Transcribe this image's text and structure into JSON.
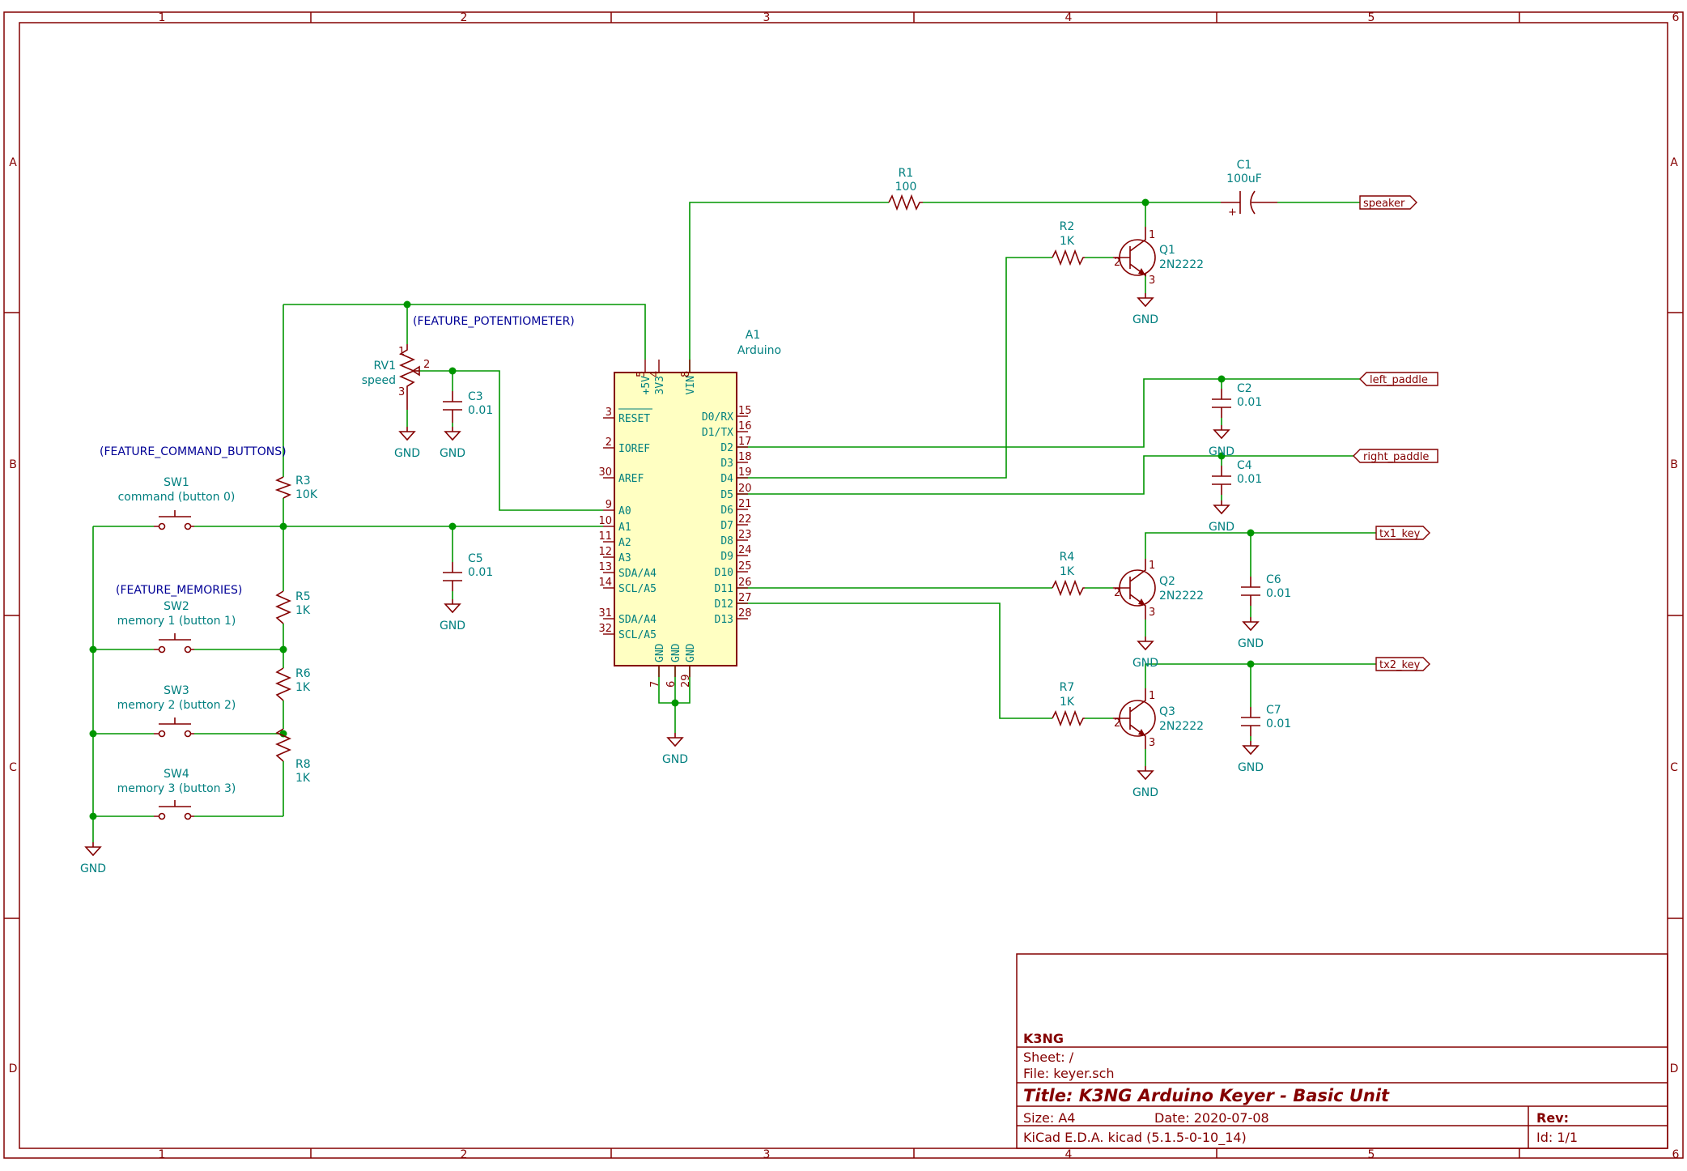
{
  "border": {
    "columns": [
      "1",
      "2",
      "3",
      "4",
      "5",
      "6"
    ],
    "rows": [
      "A",
      "B",
      "C",
      "D"
    ]
  },
  "notes": {
    "potentiometer": "(FEATURE_POTENTIOMETER)",
    "command_buttons": "(FEATURE_COMMAND_BUTTONS)",
    "memories": "(FEATURE_MEMORIES)"
  },
  "components": {
    "R1": {
      "ref": "R1",
      "value": "100"
    },
    "C1": {
      "ref": "C1",
      "value": "100uF"
    },
    "R2": {
      "ref": "R2",
      "value": "1K"
    },
    "Q1": {
      "ref": "Q1",
      "value": "2N2222"
    },
    "A1": {
      "ref": "A1",
      "value": "Arduino"
    },
    "RV1": {
      "ref": "RV1",
      "value": "speed"
    },
    "C3": {
      "ref": "C3",
      "value": "0.01"
    },
    "C2": {
      "ref": "C2",
      "value": "0.01"
    },
    "C4": {
      "ref": "C4",
      "value": "0.01"
    },
    "C5": {
      "ref": "C5",
      "value": "0.01"
    },
    "R3": {
      "ref": "R3",
      "value": "10K"
    },
    "SW1": {
      "ref": "SW1",
      "value": "command (button 0)"
    },
    "SW2": {
      "ref": "SW2",
      "value": "memory 1 (button 1)"
    },
    "SW3": {
      "ref": "SW3",
      "value": "memory 2 (button 2)"
    },
    "SW4": {
      "ref": "SW4",
      "value": "memory 3 (button 3)"
    },
    "R5": {
      "ref": "R5",
      "value": "1K"
    },
    "R6": {
      "ref": "R6",
      "value": "1K"
    },
    "R8": {
      "ref": "R8",
      "value": "1K"
    },
    "R4": {
      "ref": "R4",
      "value": "1K"
    },
    "Q2": {
      "ref": "Q2",
      "value": "2N2222"
    },
    "C6": {
      "ref": "C6",
      "value": "0.01"
    },
    "R7": {
      "ref": "R7",
      "value": "1K"
    },
    "Q3": {
      "ref": "Q3",
      "value": "2N2222"
    },
    "C7": {
      "ref": "C7",
      "value": "0.01"
    }
  },
  "gnd_label": "GND",
  "transistor_pins": {
    "c": "1",
    "b": "2",
    "e": "3"
  },
  "cap_plus": "+",
  "pot_pins": {
    "p1": "1",
    "p2": "2",
    "p3": "3"
  },
  "labels": {
    "speaker": "speaker",
    "left_paddle": "left_paddle",
    "right_paddle": "right_paddle",
    "tx1_key": "tx1_key",
    "tx2_key": "tx2_key"
  },
  "arduino": {
    "top_pins": [
      {
        "name": "+5V",
        "num": "5"
      },
      {
        "name": "3V3",
        "num": "4"
      },
      {
        "name": "VIN",
        "num": "8"
      }
    ],
    "left_pins": [
      {
        "name": "RESET",
        "num": "3"
      },
      {
        "name": "IOREF",
        "num": "2"
      },
      {
        "name": "AREF",
        "num": "30"
      },
      {
        "name": "A0",
        "num": "9"
      },
      {
        "name": "A1",
        "num": "10"
      },
      {
        "name": "A2",
        "num": "11"
      },
      {
        "name": "A3",
        "num": "12"
      },
      {
        "name": "SDA/A4",
        "num": "13"
      },
      {
        "name": "SCL/A5",
        "num": "14"
      },
      {
        "name": "SDA/A4",
        "num": "31"
      },
      {
        "name": "SCL/A5",
        "num": "32"
      }
    ],
    "right_pins": [
      {
        "name": "D0/RX",
        "num": "15"
      },
      {
        "name": "D1/TX",
        "num": "16"
      },
      {
        "name": "D2",
        "num": "17"
      },
      {
        "name": "D3",
        "num": "18"
      },
      {
        "name": "D4",
        "num": "19"
      },
      {
        "name": "D5",
        "num": "20"
      },
      {
        "name": "D6",
        "num": "21"
      },
      {
        "name": "D7",
        "num": "22"
      },
      {
        "name": "D8",
        "num": "23"
      },
      {
        "name": "D9",
        "num": "24"
      },
      {
        "name": "D10",
        "num": "25"
      },
      {
        "name": "D11",
        "num": "26"
      },
      {
        "name": "D12",
        "num": "27"
      },
      {
        "name": "D13",
        "num": "28"
      }
    ],
    "bottom_pins": [
      {
        "name": "GND",
        "num": "7"
      },
      {
        "name": "GND",
        "num": "6"
      },
      {
        "name": "GND",
        "num": "29"
      }
    ]
  },
  "title_block": {
    "company": "K3NG",
    "sheet": "Sheet: /",
    "file": "File: keyer.sch",
    "title": "Title: K3NG Arduino Keyer - Basic Unit",
    "size": "Size: A4",
    "date": "Date: 2020-07-08",
    "rev": "Rev:",
    "tool": "KiCad E.D.A.  kicad (5.1.5-0-10_14)",
    "id": "Id: 1/1"
  },
  "colors": {
    "wire": "#009600",
    "symbol": "#840000",
    "body_fill": "#ffffc2",
    "text": "#007f7f",
    "note": "#000096"
  }
}
